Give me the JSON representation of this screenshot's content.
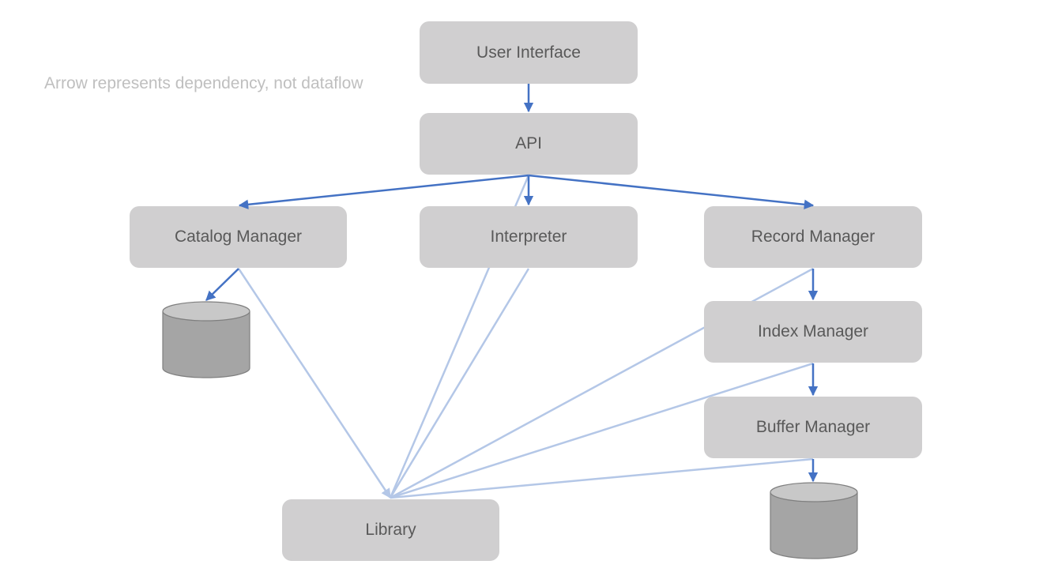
{
  "note": "Arrow represents dependency, not dataflow",
  "nodes": {
    "user_interface": "User Interface",
    "api": "API",
    "catalog_manager": "Catalog Manager",
    "interpreter": "Interpreter",
    "record_manager": "Record Manager",
    "index_manager": "Index Manager",
    "buffer_manager": "Buffer Manager",
    "library": "Library"
  },
  "dependencies": [
    {
      "from": "User Interface",
      "to": "API"
    },
    {
      "from": "API",
      "to": "Catalog Manager"
    },
    {
      "from": "API",
      "to": "Interpreter"
    },
    {
      "from": "API",
      "to": "Record Manager"
    },
    {
      "from": "Record Manager",
      "to": "Index Manager"
    },
    {
      "from": "Index Manager",
      "to": "Buffer Manager"
    },
    {
      "from": "Catalog Manager",
      "to": "catalog-database"
    },
    {
      "from": "Buffer Manager",
      "to": "buffer-database"
    },
    {
      "from": "Catalog Manager",
      "to": "Library"
    },
    {
      "from": "Interpreter",
      "to": "Library"
    },
    {
      "from": "API",
      "to": "Library"
    },
    {
      "from": "Record Manager",
      "to": "Library"
    },
    {
      "from": "Index Manager",
      "to": "Library"
    },
    {
      "from": "Buffer Manager",
      "to": "Library"
    }
  ],
  "colors": {
    "node_fill": "#d0cfd0",
    "node_text": "#595959",
    "note_text": "#bfbfbf",
    "primary_arrow": "#4472c4",
    "library_link": "#b4c7e7",
    "database_fill": "#a5a5a5",
    "database_top": "#c8c8c8"
  }
}
